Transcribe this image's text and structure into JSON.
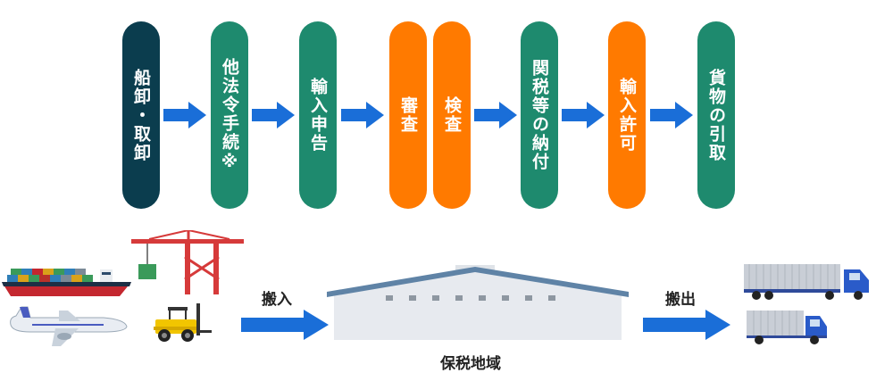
{
  "colors": {
    "navy": "#0b3d4e",
    "green": "#1e8a6e",
    "orange": "#ff7a00",
    "arrow": "#1a6ed8",
    "warehouse_wall": "#e7eaef",
    "warehouse_roof": "#5f83a6"
  },
  "steps": [
    {
      "label": "船卸・取卸",
      "color": "navy"
    },
    {
      "label": "他法令手続※",
      "color": "green"
    },
    {
      "label": "輸入申告",
      "color": "green"
    },
    {
      "label": "審査",
      "color": "orange"
    },
    {
      "label": "検査",
      "color": "orange"
    },
    {
      "label": "関税等の納付",
      "color": "green"
    },
    {
      "label": "輸入許可",
      "color": "orange"
    },
    {
      "label": "貨物の引取",
      "color": "green"
    }
  ],
  "bottom": {
    "carry_in_label": "搬入",
    "bonded_area_label": "保税地域",
    "carry_out_label": "搬出"
  },
  "icons": [
    "container-ship-icon",
    "airplane-icon",
    "gantry-crane-icon",
    "forklift-icon",
    "warehouse-icon",
    "trailer-truck-icon",
    "box-truck-icon"
  ]
}
